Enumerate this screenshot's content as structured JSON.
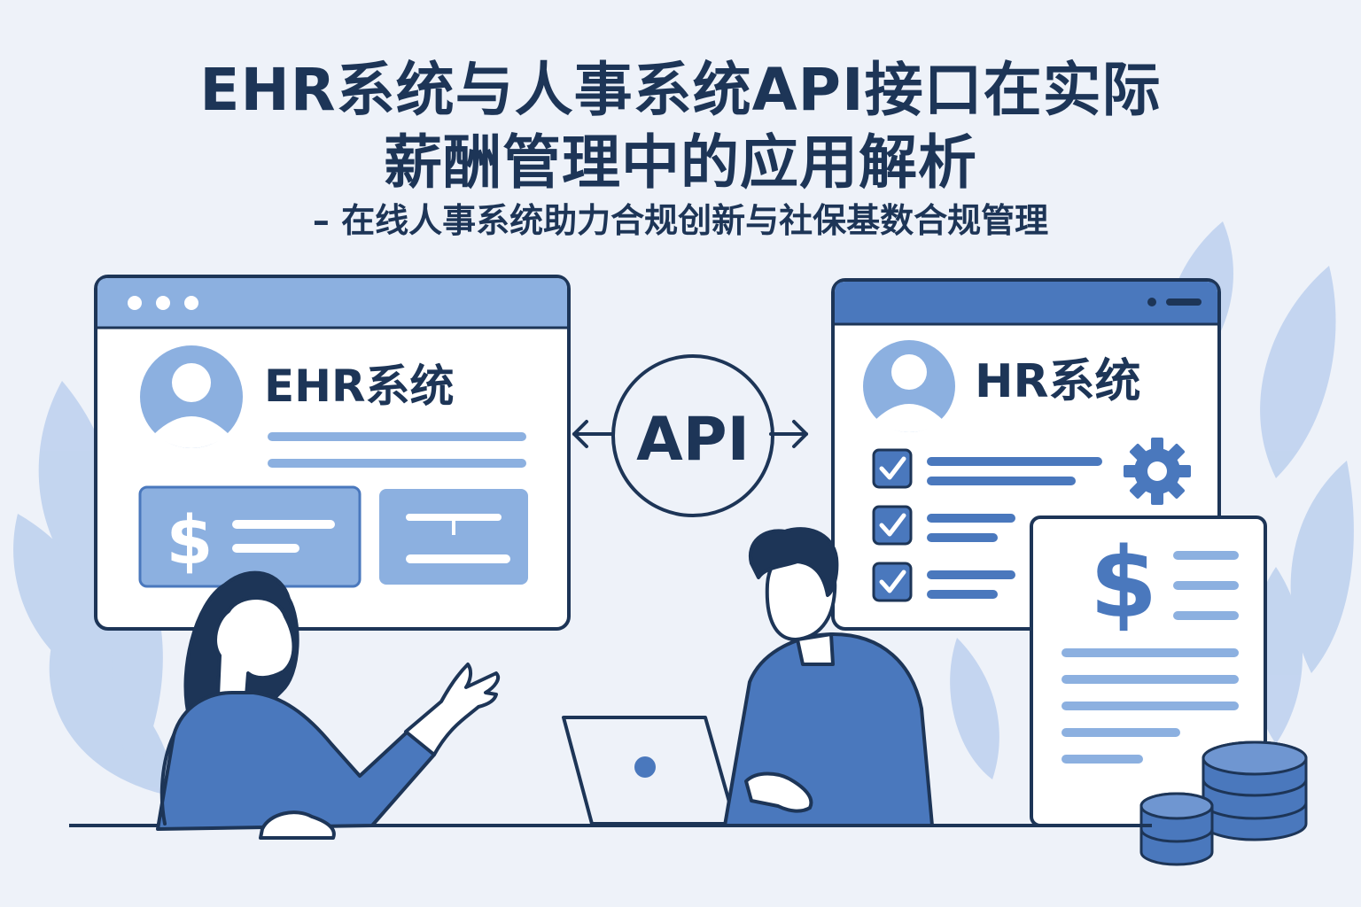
{
  "header": {
    "title_line1": "EHR系统与人事系统API接口在实际",
    "title_line2": "薪酬管理中的应用解析",
    "subtitle": "– 在线人事系统助力合规创新与社保基数合规管理"
  },
  "left_window": {
    "title": "EHR系统",
    "dollar_symbol": "$"
  },
  "api_badge": {
    "label": "API"
  },
  "right_window": {
    "title": "HR系统"
  },
  "payroll_doc": {
    "dollar_symbol": "$"
  },
  "icons": [
    "avatar-icon",
    "dollar-icon",
    "checkbox-icon",
    "gear-icon",
    "double-arrow-icon",
    "coin-stack-icon",
    "laptop-icon"
  ],
  "colors": {
    "primary": "#1d3557",
    "accent": "#4a78bd",
    "light": "#8cb0e0",
    "background": "#eef2f9"
  }
}
